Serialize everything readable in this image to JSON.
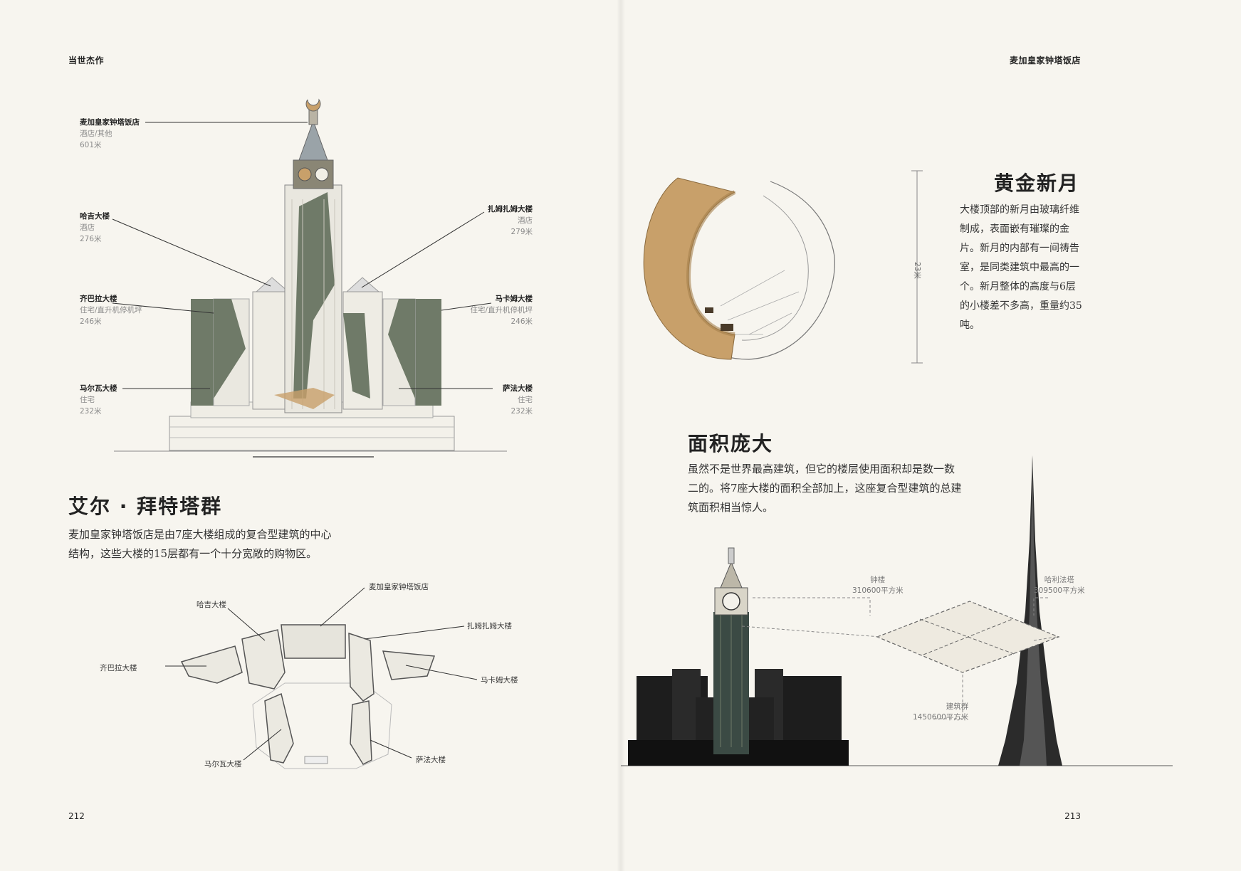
{
  "left_page": {
    "running_head": "当世杰作",
    "folio": "212",
    "elevation_labels": [
      {
        "name": "麦加皇家钟塔饭店",
        "use": "酒店/其他",
        "height": "601米"
      },
      {
        "name": "哈吉大楼",
        "use": "酒店",
        "height": "276米"
      },
      {
        "name": "扎姆扎姆大楼",
        "use": "酒店",
        "height": "279米"
      },
      {
        "name": "齐巴拉大楼",
        "use": "住宅/直升机停机坪",
        "height": "246米"
      },
      {
        "name": "马卡姆大楼",
        "use": "住宅/直升机停机坪",
        "height": "246米"
      },
      {
        "name": "马尔瓦大楼",
        "use": "住宅",
        "height": "232米"
      },
      {
        "name": "萨法大楼",
        "use": "住宅",
        "height": "232米"
      }
    ],
    "section_title": "艾尔 · 拜特塔群",
    "section_body": "麦加皇家钟塔饭店是由7座大楼组成的复合型建筑的中心结构，这些大楼的15层都有一个十分宽敞的购物区。",
    "plan_labels": {
      "hajar": "哈吉大楼",
      "clock": "麦加皇家钟塔饭店",
      "zamzam": "扎姆扎姆大楼",
      "ajyad": "齐巴拉大楼",
      "maqam": "马卡姆大楼",
      "marwa": "马尔瓦大楼",
      "safa": "萨法大楼"
    }
  },
  "right_page": {
    "running_head": "麦加皇家钟塔饭店",
    "folio": "213",
    "crescent_title": "黄金新月",
    "crescent_body": "大楼顶部的新月由玻璃纤维制成，表面嵌有璀璨的金片。新月的内部有一间祷告室，是同类建筑中最高的一个。新月整体的高度与6层的小楼差不多高，重量约35吨。",
    "crescent_dimension": "23米",
    "area_title": "面积庞大",
    "area_body": "虽然不是世界最高建筑，但它的楼层使用面积却是数一数二的。将7座大楼的面积全部加上，这座复合型建筑的总建筑面积相当惊人。",
    "area_labels": {
      "clock_name": "钟楼",
      "clock_area": "310600平方米",
      "khalifa_name": "哈利法塔",
      "khalifa_area": "309500平方米",
      "complex_name": "建筑群",
      "complex_area": "1450600平方米"
    }
  },
  "colors": {
    "tower_green": "#6f7a68",
    "gold": "#c8a06a",
    "paper": "#f7f5ef"
  }
}
